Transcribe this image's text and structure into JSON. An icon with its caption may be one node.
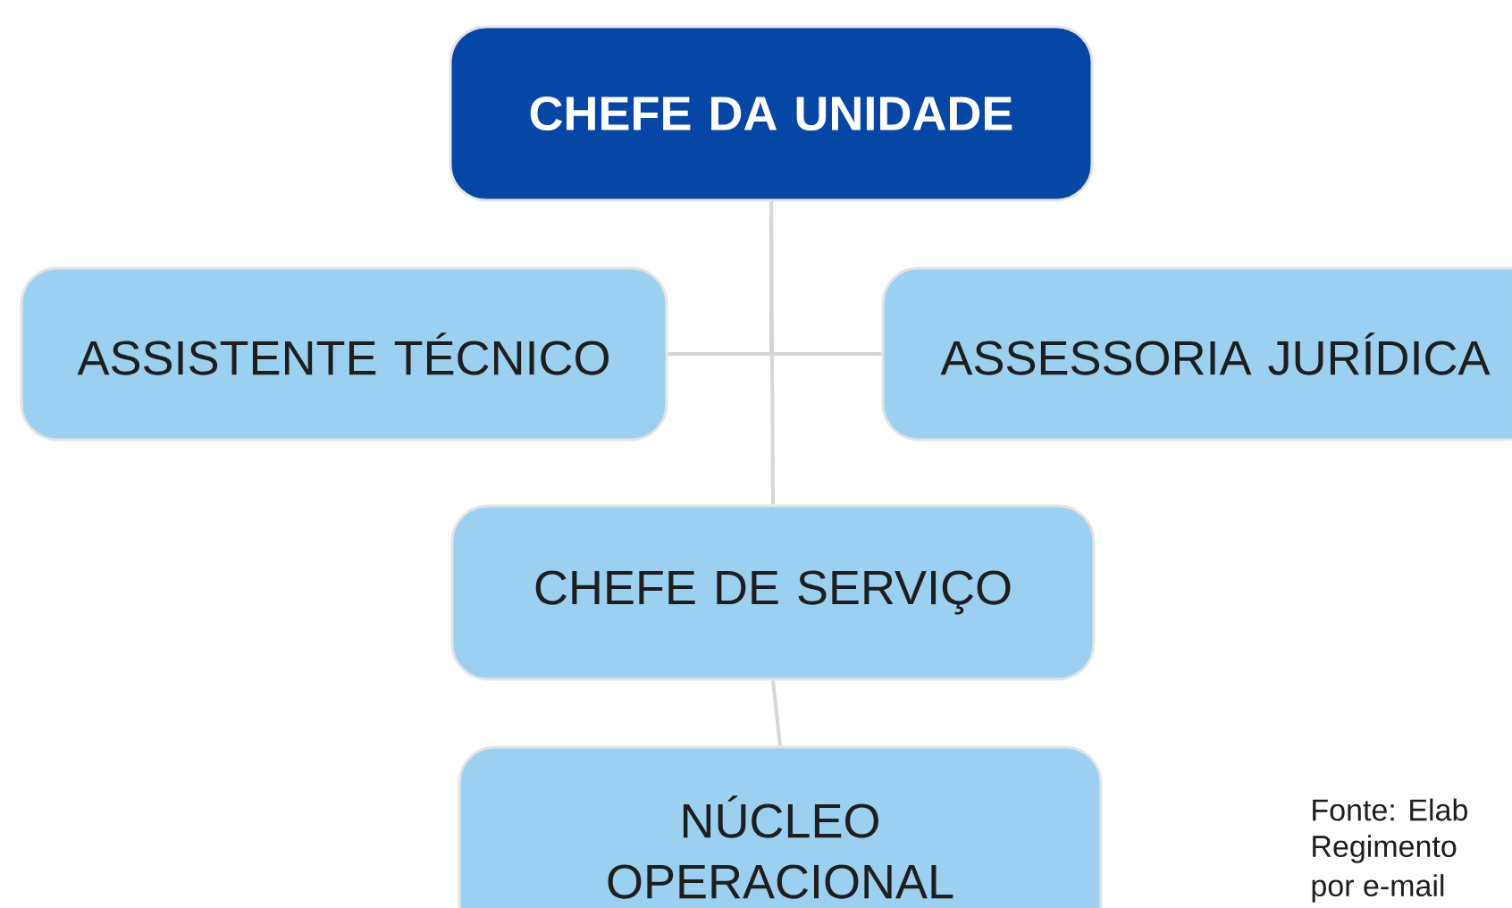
{
  "diagram": {
    "nodes": [
      {
        "text": [
          "CHEFE DA UNIDADE"
        ]
      },
      {
        "text": [
          "ASSISTENTE TÉCNICO"
        ]
      },
      {
        "text": [
          "ASSESSORIA JURÍDICA"
        ]
      },
      {
        "text": [
          "CHEFE DE SERVIÇO"
        ]
      },
      {
        "text": [
          "NÚCLEO OPERACIONAL"
        ]
      }
    ],
    "edges": [
      {
        "from": 0,
        "to": 1,
        "arrow": "none"
      },
      {
        "from": 0,
        "to": 2,
        "arrow": "none"
      },
      {
        "from": 0,
        "to": 3,
        "arrow": "none"
      },
      {
        "from": 3,
        "to": 4,
        "arrow": "none"
      }
    ],
    "labels": [
      "Fonte: Elab",
      "Regimento",
      "por e-mail"
    ]
  }
}
